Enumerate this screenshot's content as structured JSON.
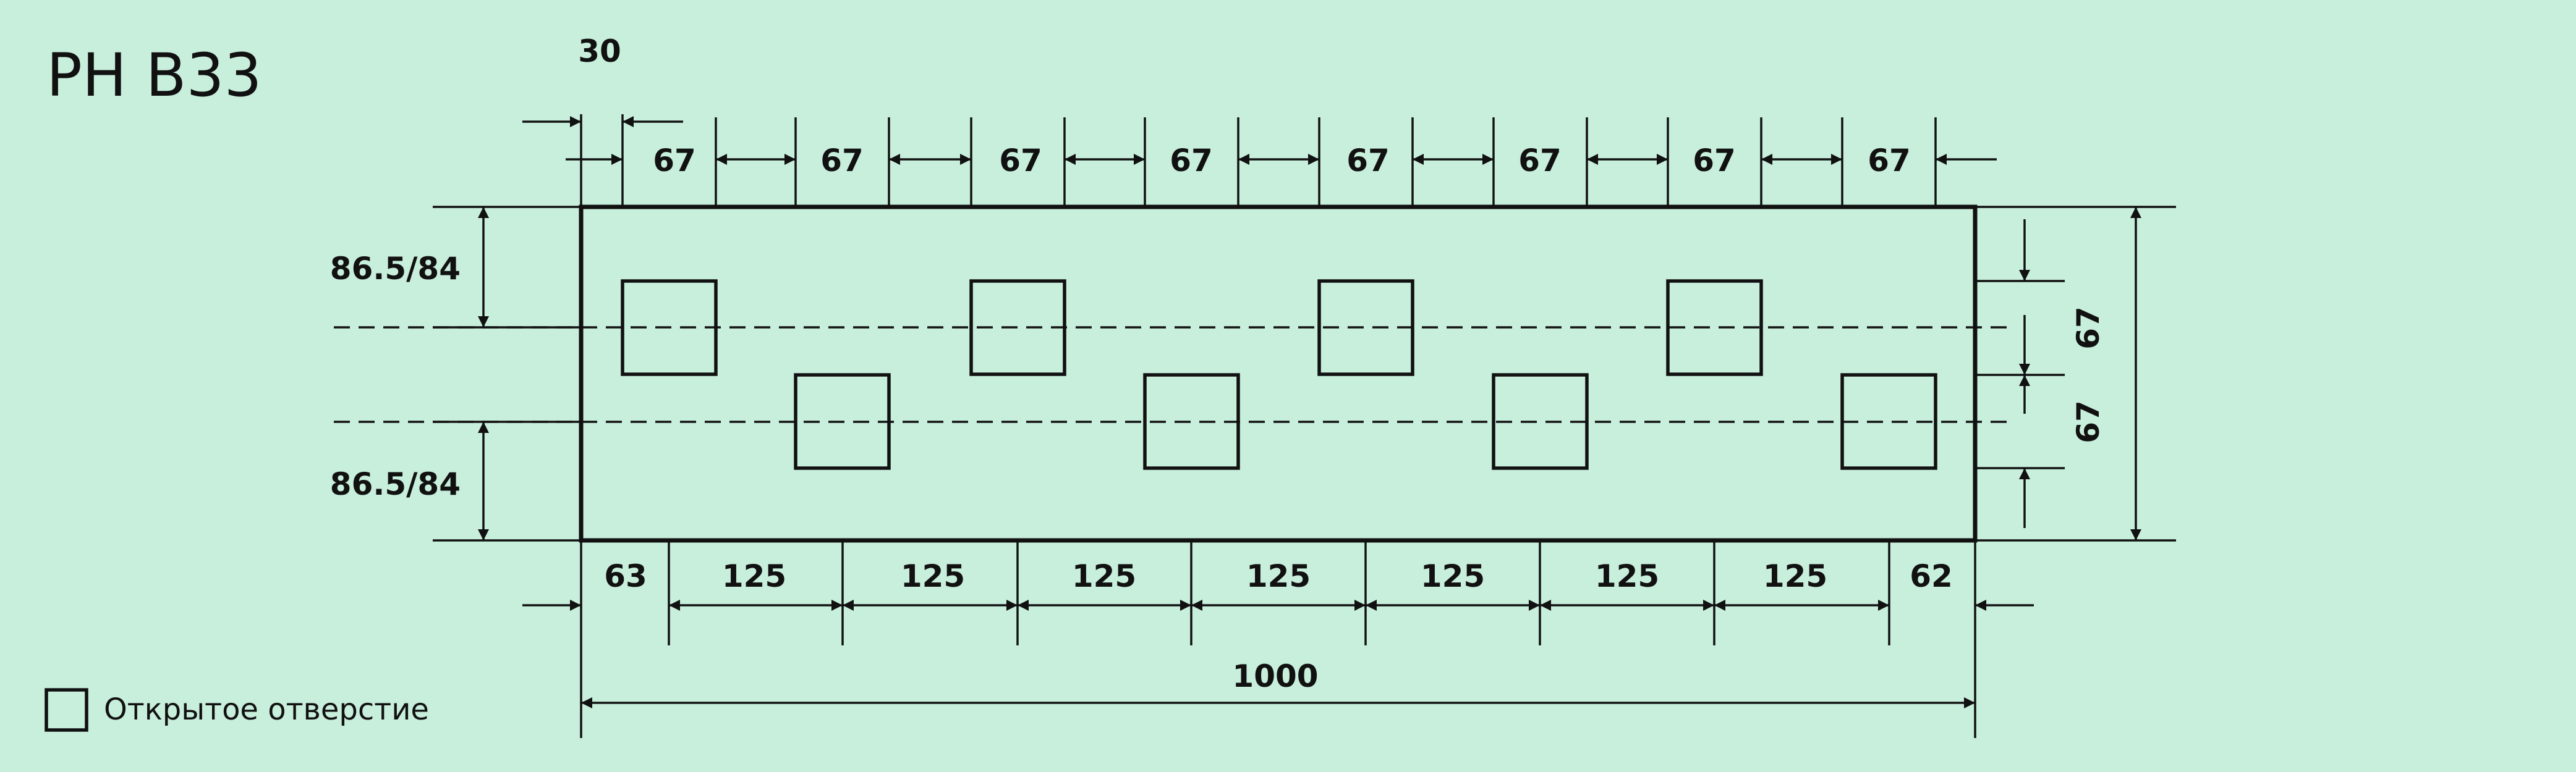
{
  "title": "PH B33",
  "legend": {
    "label": "Открытое отверстие"
  },
  "dimensions": {
    "offset_left_top": "30",
    "top_spacings": [
      "67",
      "67",
      "67",
      "67",
      "67",
      "67",
      "67",
      "67"
    ],
    "row1_from_top": "86.5/84",
    "row2_from_bottom": "86.5/84",
    "right_top": "67",
    "right_bottom": "67",
    "bottom_left": "63",
    "bottom_spacings": [
      "125",
      "125",
      "125",
      "125",
      "125",
      "125",
      "125"
    ],
    "bottom_right": "62",
    "total_length": "1000"
  }
}
